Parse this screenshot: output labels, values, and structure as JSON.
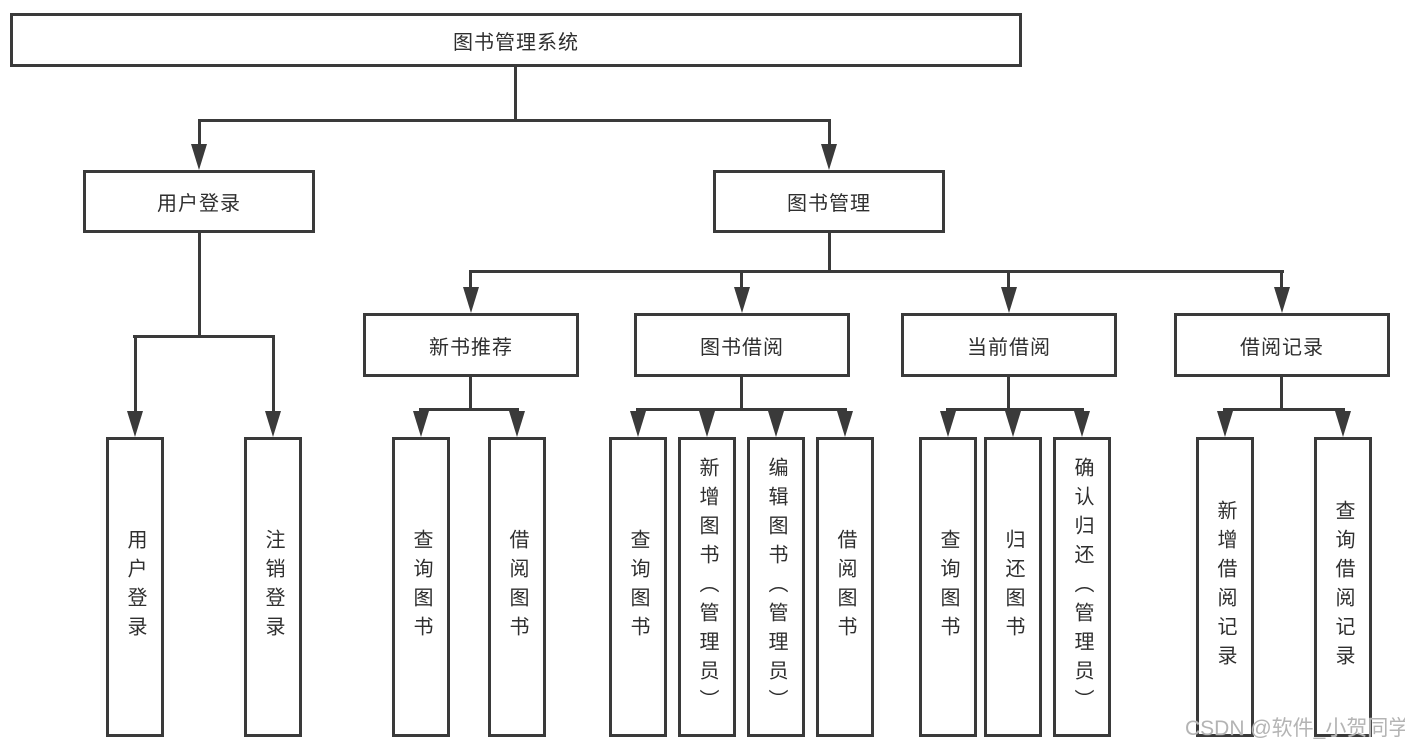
{
  "tree": {
    "label": "图书管理系统",
    "children": [
      {
        "label": "用户登录",
        "children": [
          {
            "label": "用户登录"
          },
          {
            "label": "注销登录"
          }
        ]
      },
      {
        "label": "图书管理",
        "children": [
          {
            "label": "新书推荐",
            "children": [
              {
                "label": "查询图书"
              },
              {
                "label": "借阅图书"
              }
            ]
          },
          {
            "label": "图书借阅",
            "children": [
              {
                "label": "查询图书"
              },
              {
                "label": "新增图书（管理员）"
              },
              {
                "label": "编辑图书（管理员）"
              },
              {
                "label": "借阅图书"
              }
            ]
          },
          {
            "label": "当前借阅",
            "children": [
              {
                "label": "查询图书"
              },
              {
                "label": "归还图书"
              },
              {
                "label": "确认归还（管理员）"
              }
            ]
          },
          {
            "label": "借阅记录",
            "children": [
              {
                "label": "新增借阅记录"
              },
              {
                "label": "查询借阅记录"
              }
            ]
          }
        ]
      }
    ]
  },
  "watermark": "CSDN @软件_小贺同学",
  "colors": {
    "line": "#3a3a3a",
    "box_border": "#3a3a3a",
    "text": "#2f2f2f",
    "watermark": "#b4b4b4",
    "background": "#ffffff"
  }
}
